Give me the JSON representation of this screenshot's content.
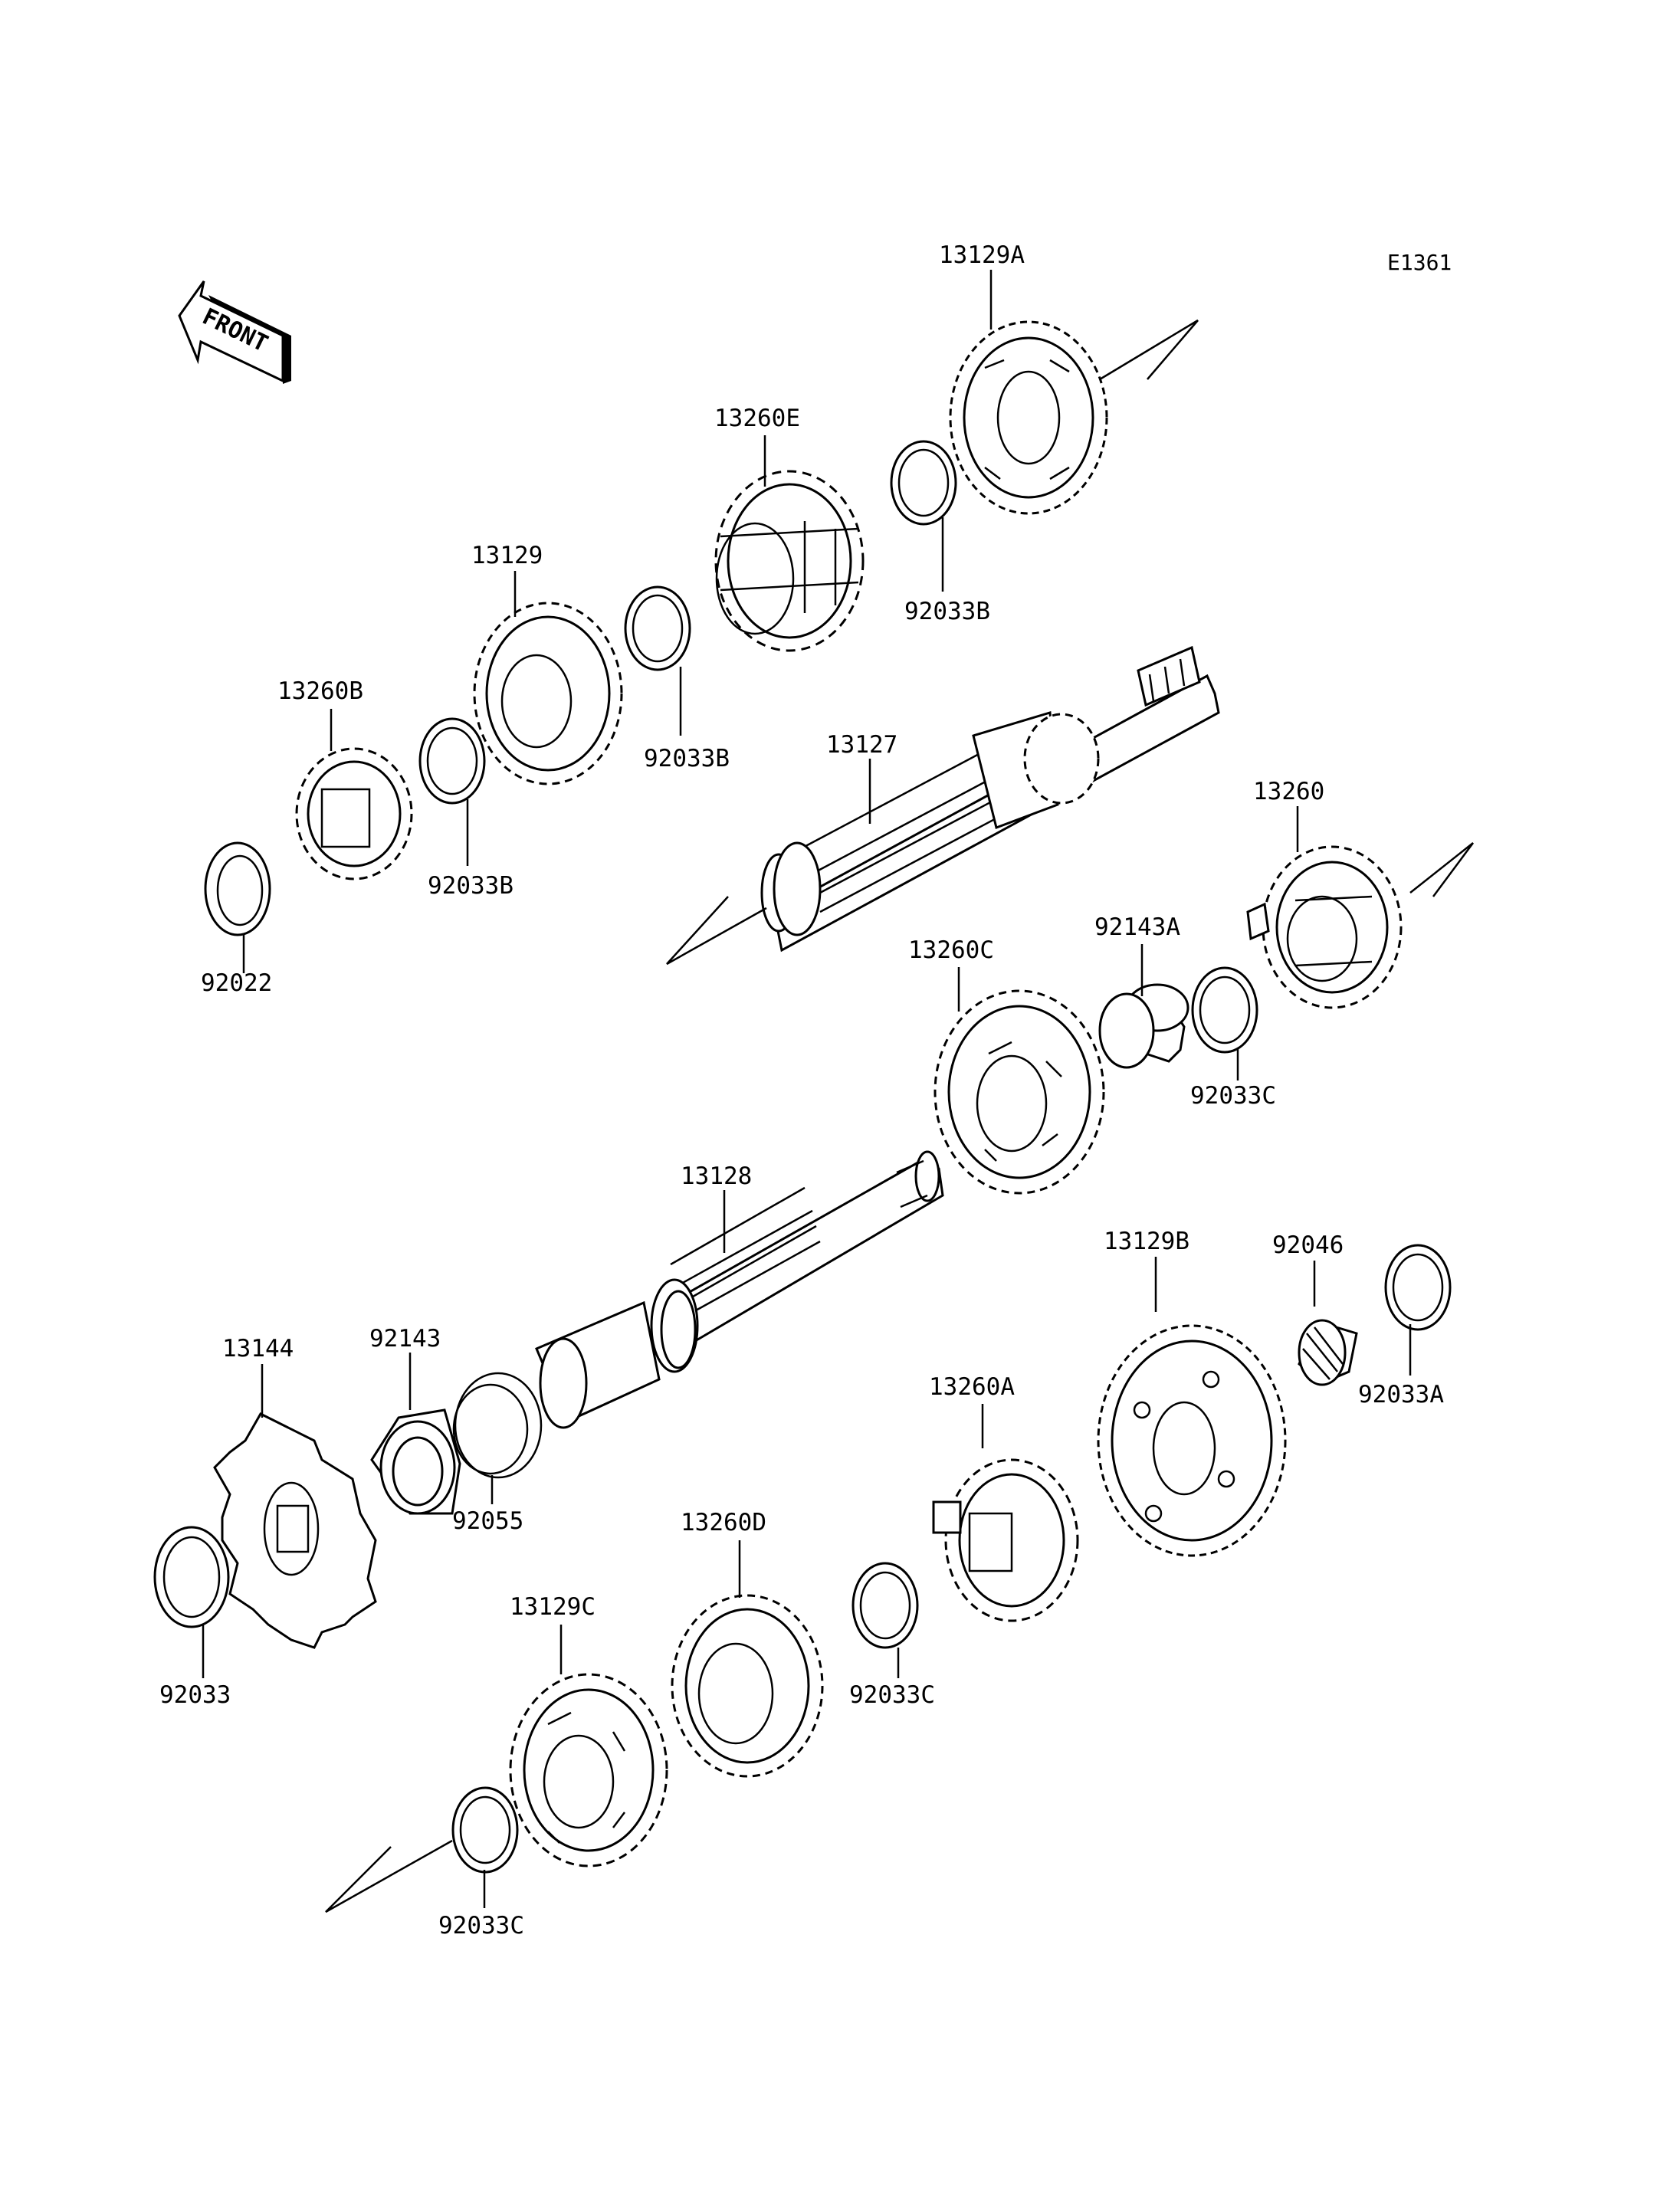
{
  "diagram_code": "E1361",
  "front_label": "FRONT",
  "parts": {
    "p13129A": "13129A",
    "p13260E": "13260E",
    "p13129": "13129",
    "p13260B": "13260B",
    "p92033B_1": "92033B",
    "p92033B_2": "92033B",
    "p92033B_3": "92033B",
    "p92022": "92022",
    "p13127": "13127",
    "p13260": "13260",
    "p92143A": "92143A",
    "p92033C_1": "92033C",
    "p13260C": "13260C",
    "p13128": "13128",
    "p13129B": "13129B",
    "p92046": "92046",
    "p92033A": "92033A",
    "p13144": "13144",
    "p92143": "92143",
    "p92055": "92055",
    "p13260A": "13260A",
    "p92033": "92033",
    "p13260D": "13260D",
    "p92033C_2": "92033C",
    "p13129C": "13129C",
    "p92033C_3": "92033C"
  }
}
